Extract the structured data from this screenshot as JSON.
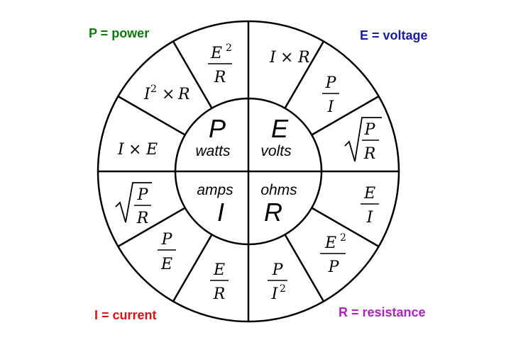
{
  "legend": {
    "power": {
      "label": "P = power",
      "color": "#0b7a0b"
    },
    "voltage": {
      "label": "E = voltage",
      "color": "#1a1aa6"
    },
    "current": {
      "label": "I = current",
      "color": "#e01010"
    },
    "resistance": {
      "label": "R = resistance",
      "color": "#b020c0"
    }
  },
  "center": {
    "power": {
      "letter": "P",
      "unit": "watts"
    },
    "voltage": {
      "letter": "E",
      "unit": "volts"
    },
    "current": {
      "letter": "I",
      "unit": "amps"
    },
    "resistance": {
      "letter": "R",
      "unit": "ohms"
    }
  },
  "formula_text": {
    "times": "×",
    "P": "P",
    "E": "E",
    "I": "I",
    "R": "R",
    "two": "2"
  }
}
